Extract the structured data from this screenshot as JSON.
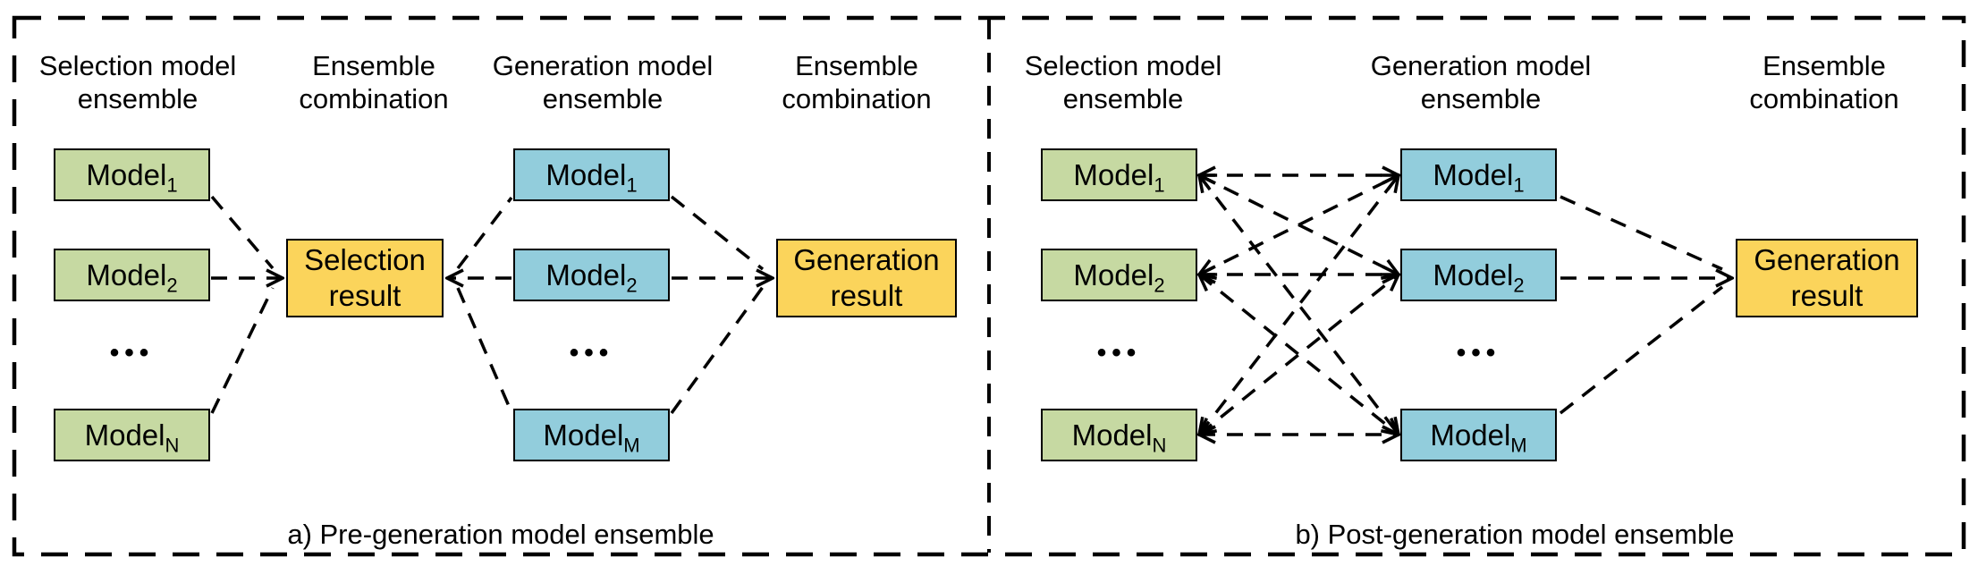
{
  "colors": {
    "selection_model_fill": "#C6D9A2",
    "generation_model_fill": "#92CDDC",
    "result_fill": "#FBD45B",
    "stroke": "#000000",
    "background": "#FFFFFF"
  },
  "panel_a": {
    "caption": "a) Pre-generation model ensemble",
    "headers": {
      "selection_ensemble": {
        "line1": "Selection model",
        "line2": "ensemble"
      },
      "combination1": {
        "line1": "Ensemble",
        "line2": "combination"
      },
      "generation_ensemble": {
        "line1": "Generation model",
        "line2": "ensemble"
      },
      "combination2": {
        "line1": "Ensemble",
        "line2": "combination"
      }
    },
    "selection_models": [
      {
        "base": "Model",
        "sub": "1"
      },
      {
        "base": "Model",
        "sub": "2"
      },
      {
        "base": "Model",
        "sub": "N"
      }
    ],
    "generation_models": [
      {
        "base": "Model",
        "sub": "1"
      },
      {
        "base": "Model",
        "sub": "2"
      },
      {
        "base": "Model",
        "sub": "M"
      }
    ],
    "selection_ellipsis": "•••",
    "generation_ellipsis": "•••",
    "selection_result": {
      "line1": "Selection",
      "line2": "result"
    },
    "generation_result": {
      "line1": "Generation",
      "line2": "result"
    }
  },
  "panel_b": {
    "caption": "b) Post-generation model ensemble",
    "headers": {
      "selection_ensemble": {
        "line1": "Selection model",
        "line2": "ensemble"
      },
      "generation_ensemble": {
        "line1": "Generation model",
        "line2": "ensemble"
      },
      "combination": {
        "line1": "Ensemble",
        "line2": "combination"
      }
    },
    "selection_models": [
      {
        "base": "Model",
        "sub": "1"
      },
      {
        "base": "Model",
        "sub": "2"
      },
      {
        "base": "Model",
        "sub": "N"
      }
    ],
    "generation_models": [
      {
        "base": "Model",
        "sub": "1"
      },
      {
        "base": "Model",
        "sub": "2"
      },
      {
        "base": "Model",
        "sub": "M"
      }
    ],
    "selection_ellipsis": "•••",
    "generation_ellipsis": "•••",
    "generation_result": {
      "line1": "Generation",
      "line2": "result"
    }
  }
}
